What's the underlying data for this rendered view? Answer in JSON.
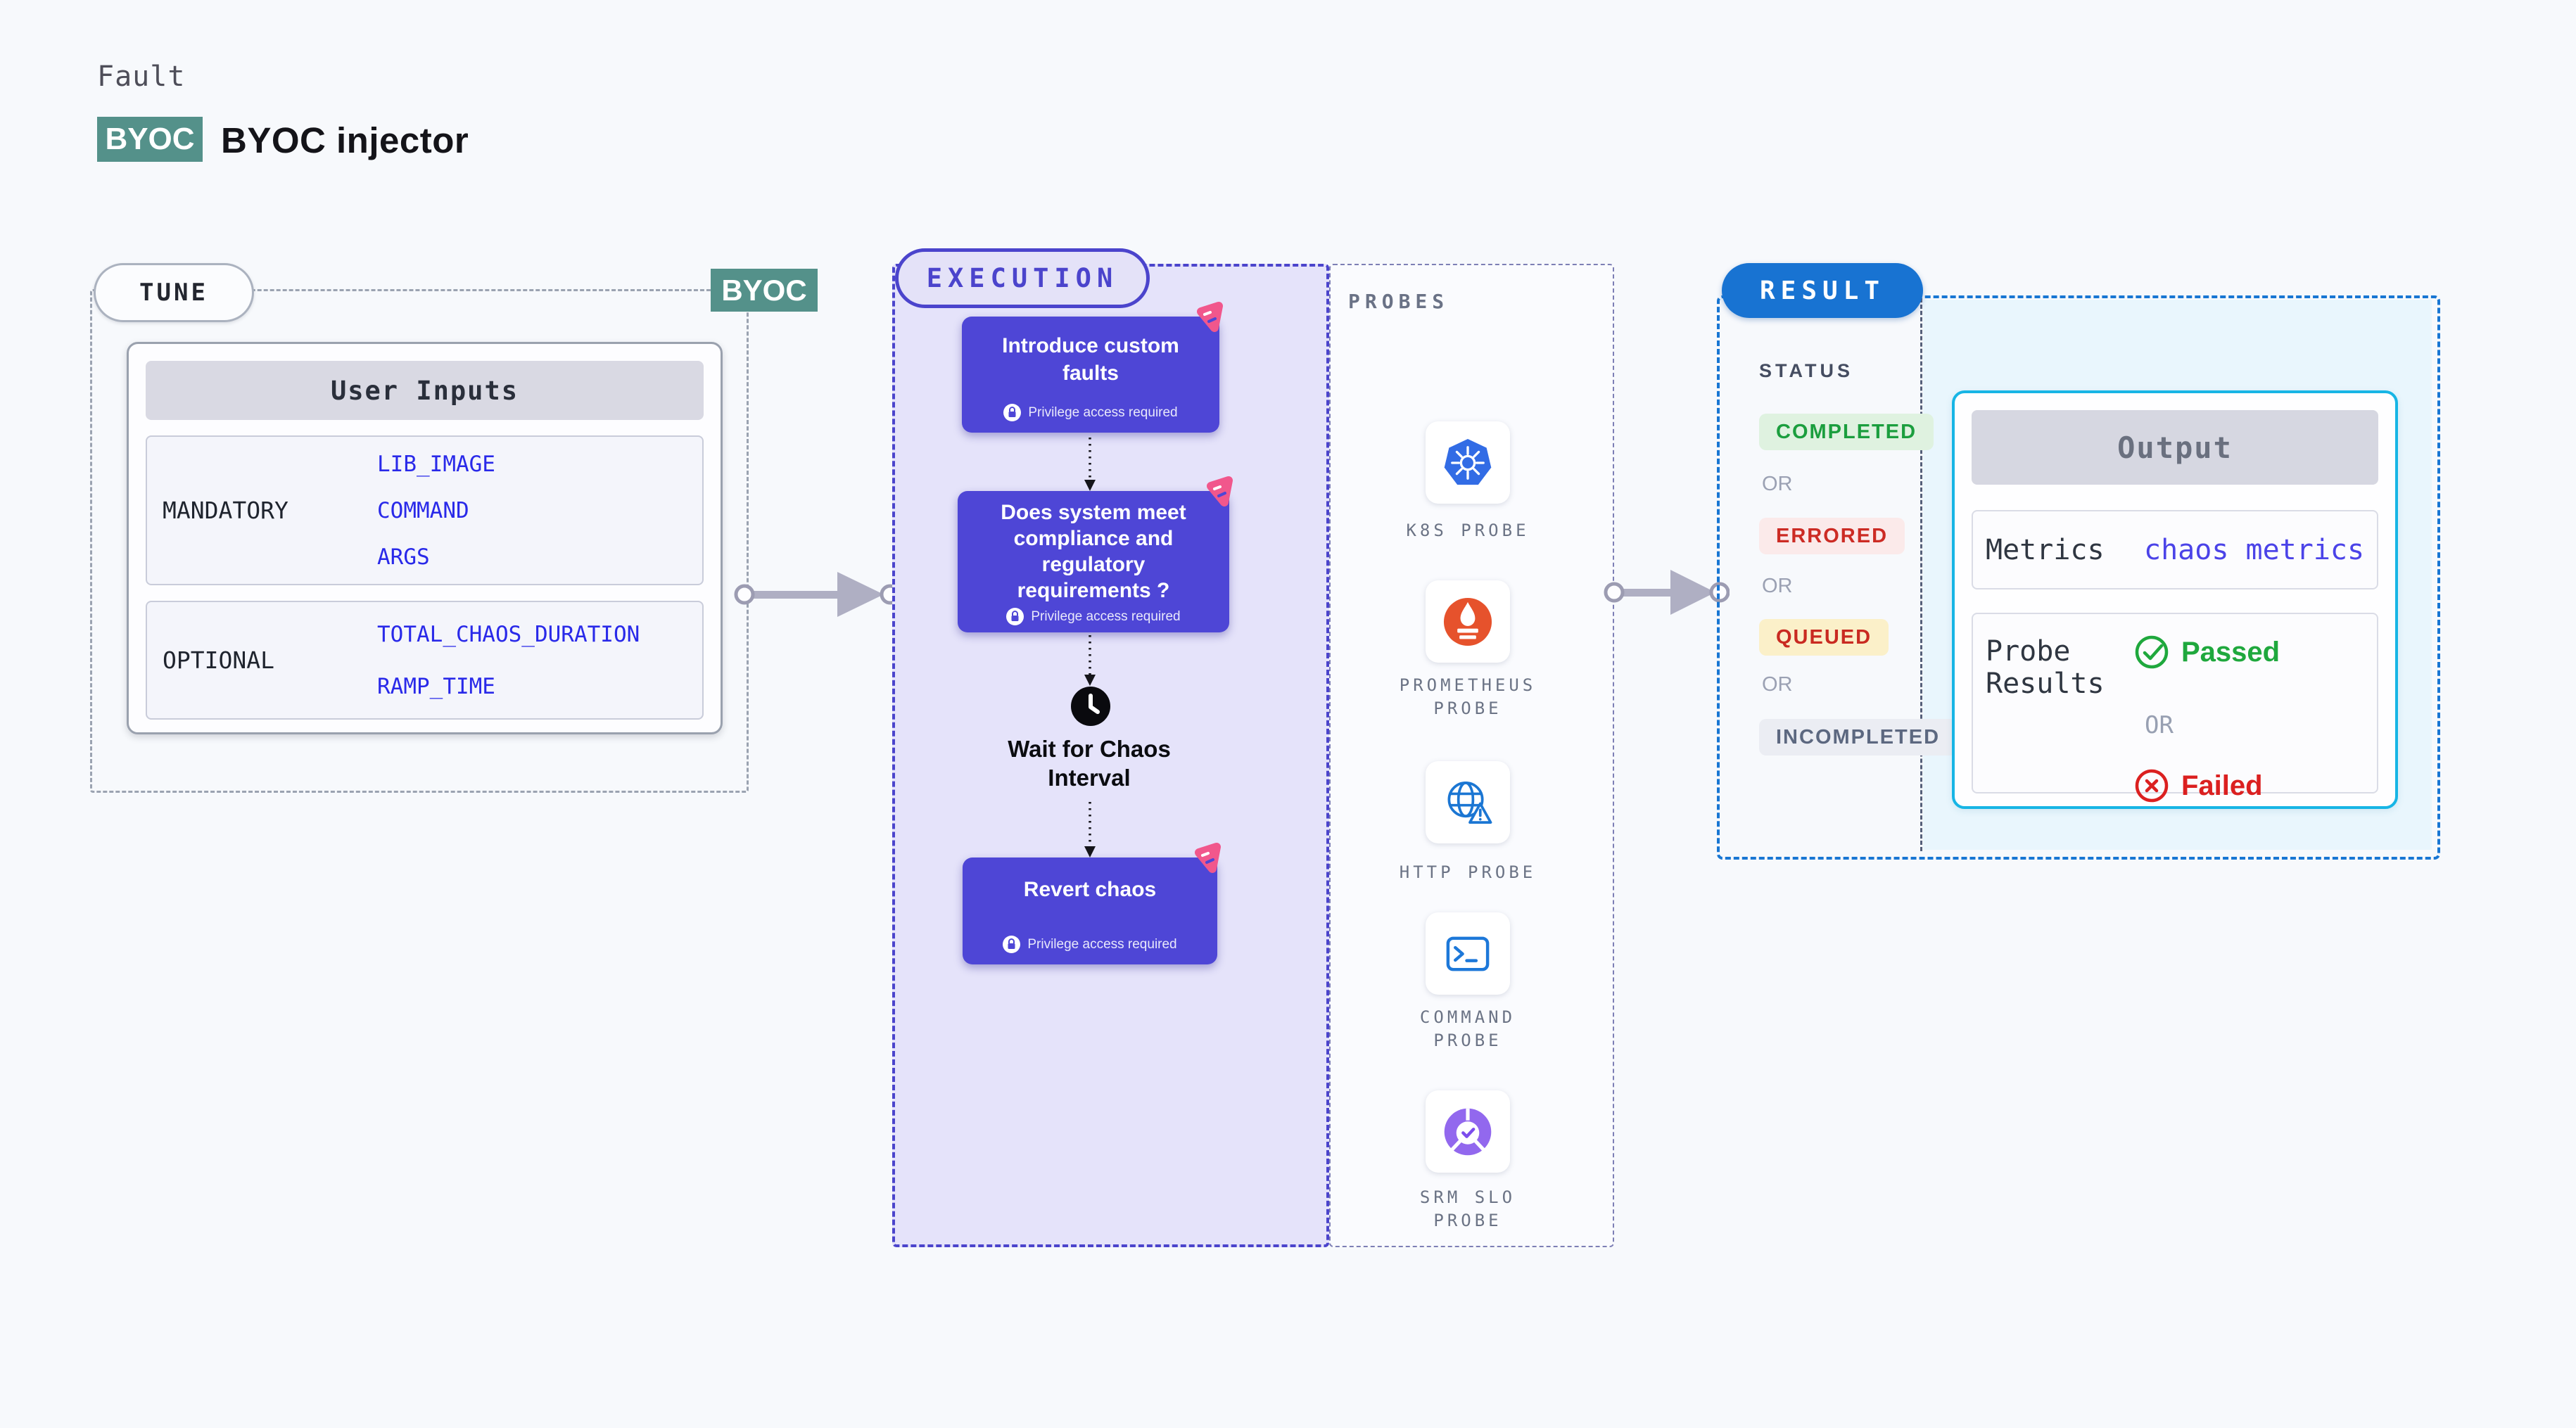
{
  "header": {
    "eyebrow": "Fault",
    "badge": "BYOC",
    "title": "BYOC injector"
  },
  "tune": {
    "pill": "TUNE",
    "corner_badge": "BYOC",
    "user_inputs": {
      "header": "User Inputs",
      "rows": [
        {
          "label": "MANDATORY",
          "values": [
            "LIB_IMAGE",
            "COMMAND",
            "ARGS"
          ]
        },
        {
          "label": "OPTIONAL",
          "values": [
            "TOTAL_CHAOS_DURATION",
            "RAMP_TIME"
          ]
        }
      ]
    }
  },
  "execution": {
    "pill": "EXECUTION",
    "cards": [
      {
        "title": "Introduce custom faults",
        "note": "Privilege access required"
      },
      {
        "title": "Does system meet compliance and regulatory requirements ?",
        "note": "Privilege access required"
      },
      {
        "title": "Revert chaos",
        "note": "Privilege access required"
      }
    ],
    "wait_step": {
      "title": "Wait for Chaos Interval",
      "icon": "clock-icon"
    }
  },
  "probes": {
    "heading": "PROBES",
    "items": [
      {
        "label": "K8S PROBE",
        "icon": "kubernetes-icon"
      },
      {
        "label": "PROMETHEUS PROBE",
        "icon": "prometheus-icon"
      },
      {
        "label": "HTTP PROBE",
        "icon": "http-globe-icon"
      },
      {
        "label": "COMMAND PROBE",
        "icon": "command-terminal-icon"
      },
      {
        "label": "SRM SLO PROBE",
        "icon": "srm-slo-gauge-icon"
      }
    ]
  },
  "result": {
    "pill": "RESULT",
    "status": {
      "heading": "STATUS",
      "separator": "OR",
      "badges": [
        "COMPLETED",
        "ERRORED",
        "QUEUED",
        "INCOMPLETED"
      ]
    },
    "output": {
      "header": "Output",
      "metrics_label": "Metrics",
      "metrics_value": "chaos metrics",
      "probe_results_label": "Probe Results",
      "passed": "Passed",
      "separator": "OR",
      "failed": "Failed"
    }
  },
  "colors": {
    "accent_indigo": "#4E46D6",
    "teal_badge": "#54918A",
    "result_blue": "#1873D2",
    "output_cyan_border": "#17B5E5",
    "execution_lavender_bg": "#E5E3FA",
    "result_cyan_bg": "#E9F6FD",
    "passed_green": "#1FA83D",
    "failed_red": "#DB2020",
    "completed_green": "#1B9E3E",
    "errored_red": "#CC2B24",
    "queued_red_on_amber": "#C92A21",
    "incompleted_gray": "#5C6880",
    "values_blue": "#2929E9",
    "kubernetes_blue": "#326CE5",
    "prometheus_orange": "#E6522C",
    "chaos_logo_pink": "#F1578C"
  }
}
